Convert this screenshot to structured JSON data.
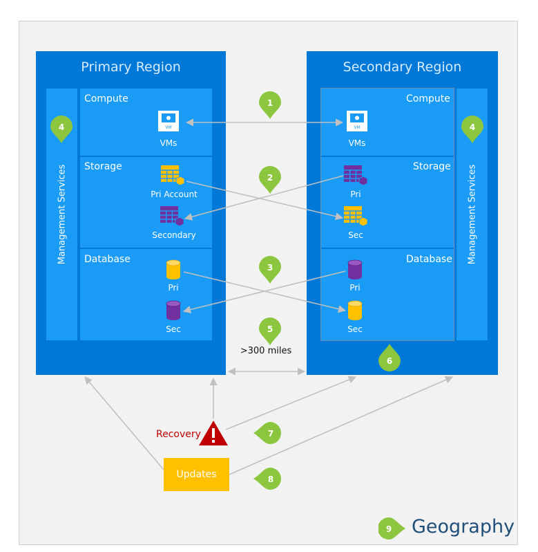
{
  "primary": {
    "title": "Primary Region",
    "management": "Management Services",
    "compute": {
      "title": "Compute",
      "vm_label": "VMs"
    },
    "storage": {
      "title": "Storage",
      "item1": "Pri Account",
      "item2": "Secondary"
    },
    "database": {
      "title": "Database",
      "item1": "Pri",
      "item2": "Sec"
    }
  },
  "secondary": {
    "title": "Secondary Region",
    "management": "Management Services",
    "compute": {
      "title": "Compute",
      "vm_label": "VMs"
    },
    "storage": {
      "title": "Storage",
      "item1": "Pri",
      "item2": "Sec"
    },
    "database": {
      "title": "Database",
      "item1": "Pri",
      "item2": "Sec"
    }
  },
  "distance": ">300 miles",
  "recovery": "Recovery",
  "updates": "Updates",
  "geography": "Geography",
  "vm_icon_text": "VM",
  "markers": [
    "1",
    "2",
    "3",
    "4",
    "5",
    "6",
    "7",
    "8",
    "9"
  ],
  "colors": {
    "region": "#0078d7",
    "section": "#1a9bf5",
    "marker": "#8cc63f",
    "yellow": "#ffc000",
    "purple": "#7030a0",
    "recovery": "#c00000",
    "arrow": "#c0c0c0"
  }
}
